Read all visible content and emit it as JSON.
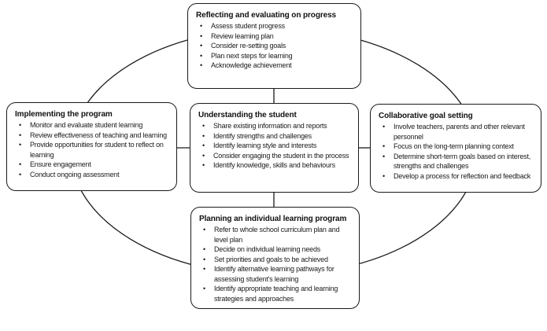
{
  "diagram": {
    "background_color": "#ffffff",
    "line_color": "#1a1a1a",
    "box_fill": "#ffffff",
    "box_border_color": "#1a1a1a",
    "bullet_char": "•",
    "boxes": {
      "top": {
        "title": "Reflecting and evaluating on progress",
        "items": [
          "Assess student progress",
          "Review learning plan",
          "Consider re-setting goals",
          "Plan next steps for learning",
          "Acknowledge achievement"
        ]
      },
      "left": {
        "title": "Implementing the program",
        "items": [
          "Monitor and evaluate student learning",
          "Review effectiveness of teaching and learning",
          "Provide opportunities for student to reflect on learning",
          "Ensure engagement",
          "Conduct ongoing assessment"
        ]
      },
      "center": {
        "title": "Understanding the student",
        "items": [
          "Share existing information and reports",
          "Identify strengths and challenges",
          "Identify learning style and interests",
          "Consider engaging the student in the process",
          "Identify knowledge, skills and behaviours"
        ]
      },
      "right": {
        "title": "Collaborative goal setting",
        "items": [
          "Involve teachers, parents and other relevant personnel",
          "Focus on the long-term planning context",
          "Determine short-term goals based on interest, strengths and challenges",
          "Develop a process for reflection and feedback"
        ]
      },
      "bottom": {
        "title": "Planning an individual learning program",
        "items": [
          "Refer to whole school curriculum plan and level plan",
          "Decide on individual learning needs",
          "Set priorities and goals to be achieved",
          "Identify alternative learning pathways for assessing student's learning",
          "Identify appropriate teaching and learning strategies and approaches"
        ]
      }
    }
  }
}
